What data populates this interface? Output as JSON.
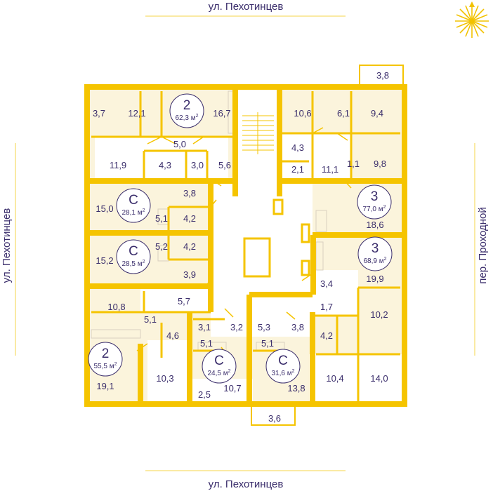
{
  "streets": {
    "top": "ул. Пехотинцев",
    "bottom": "ул. Пехотинцев",
    "left": "ул. Пехотинцев",
    "right": "пер. Проходной"
  },
  "compass": {
    "icon": "sun-compass-icon",
    "color": "#f2c200"
  },
  "colors": {
    "wall": "#f5c400",
    "floor": "#fbf4dc",
    "ink": "#3a2d6b",
    "street_line": "#f5d44a"
  },
  "area_unit": "м",
  "area_unit_sup": "2",
  "units": [
    {
      "rooms": "2",
      "area": "62,3"
    },
    {
      "rooms": "С",
      "area": "28,1"
    },
    {
      "rooms": "С",
      "area": "28,5"
    },
    {
      "rooms": "2",
      "area": "55,5"
    },
    {
      "rooms": "С",
      "area": "24,5"
    },
    {
      "rooms": "С",
      "area": "31,6"
    },
    {
      "rooms": "3",
      "area": "77,0"
    },
    {
      "rooms": "3",
      "area": "68,9"
    }
  ],
  "room_areas": [
    "3,8",
    "3,7",
    "12,1",
    "16,7",
    "10,6",
    "6,1",
    "9,4",
    "5,0",
    "4,3",
    "11,9",
    "4,3",
    "3,0",
    "5,6",
    "2,1",
    "11,1",
    "1,1",
    "9,8",
    "3,8",
    "15,0",
    "5,1",
    "4,2",
    "18,6",
    "15,2",
    "5,2",
    "4,2",
    "3,9",
    "19,9",
    "3,4",
    "10,8",
    "5,7",
    "1,7",
    "10,2",
    "5,1",
    "3,1",
    "3,2",
    "5,3",
    "3,8",
    "4,6",
    "5,1",
    "5,1",
    "4,2",
    "10,3",
    "10,7",
    "13,8",
    "10,4",
    "14,0",
    "19,1",
    "2,5",
    "3,6"
  ]
}
